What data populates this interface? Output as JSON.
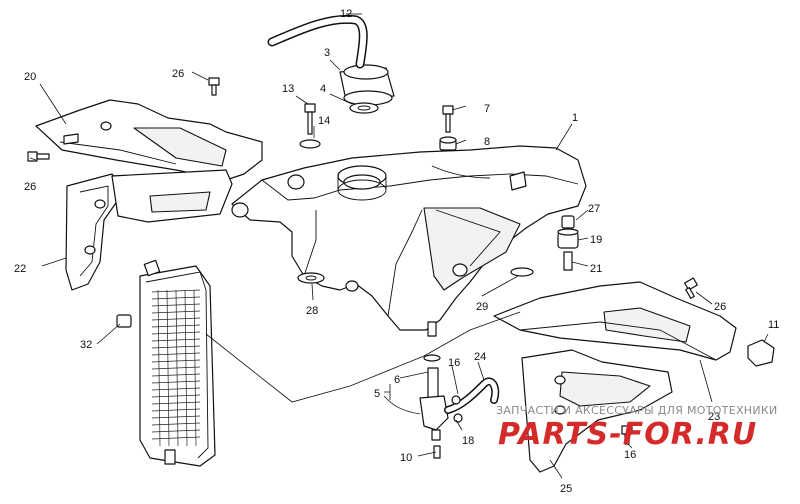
{
  "diagram": {
    "callouts": [
      {
        "id": "c1",
        "text": "1"
      },
      {
        "id": "c3",
        "text": "3"
      },
      {
        "id": "c4",
        "text": "4"
      },
      {
        "id": "c5",
        "text": "5"
      },
      {
        "id": "c6",
        "text": "6"
      },
      {
        "id": "c7",
        "text": "7"
      },
      {
        "id": "c8",
        "text": "8"
      },
      {
        "id": "c10",
        "text": "10"
      },
      {
        "id": "c11",
        "text": "11"
      },
      {
        "id": "c12",
        "text": "12"
      },
      {
        "id": "c13",
        "text": "13"
      },
      {
        "id": "c14",
        "text": "14"
      },
      {
        "id": "c16a",
        "text": "16"
      },
      {
        "id": "c16b",
        "text": "16"
      },
      {
        "id": "c18",
        "text": "18"
      },
      {
        "id": "c19",
        "text": "19"
      },
      {
        "id": "c20",
        "text": "20"
      },
      {
        "id": "c21",
        "text": "21"
      },
      {
        "id": "c22",
        "text": "22"
      },
      {
        "id": "c23",
        "text": "23"
      },
      {
        "id": "c24",
        "text": "24"
      },
      {
        "id": "c25",
        "text": "25"
      },
      {
        "id": "c26a",
        "text": "26"
      },
      {
        "id": "c26b",
        "text": "26"
      },
      {
        "id": "c26c",
        "text": "26"
      },
      {
        "id": "c27",
        "text": "27"
      },
      {
        "id": "c28",
        "text": "28"
      },
      {
        "id": "c29",
        "text": "29"
      },
      {
        "id": "c32",
        "text": "32"
      }
    ]
  },
  "watermark": {
    "tagline": "ЗАПЧАСТИ И АКСЕССУАРЫ ДЛЯ МОТОТЕХНИКИ",
    "logo": "PARTS-FOR.RU",
    "color": "#d42a2a"
  }
}
